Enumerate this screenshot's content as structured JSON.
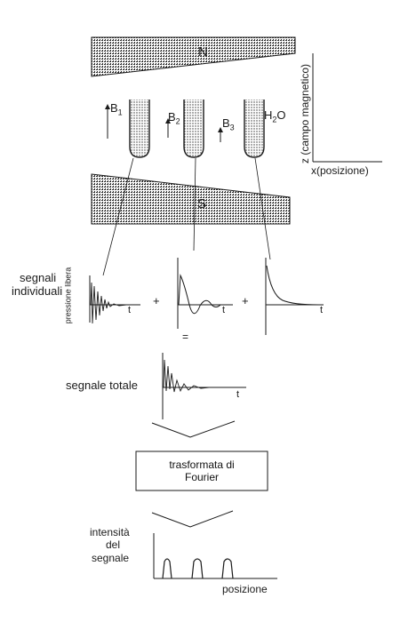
{
  "magnet": {
    "north_label": "N",
    "south_label": "S"
  },
  "axes": {
    "z_label": "z (campo magnetico)",
    "x_label": "x(posizione)"
  },
  "tubes": [
    {
      "label": "B",
      "subscript": "1"
    },
    {
      "label": "B",
      "subscript": "2"
    },
    {
      "label": "B",
      "subscript": "3"
    },
    {
      "label": "H",
      "subscript": "2",
      "suffix": "O"
    }
  ],
  "individual_signals": {
    "label_line1": "segnali",
    "label_line2": "individuali",
    "ylabel": "pressione libera",
    "t_label": "t",
    "plus": "+",
    "equals": "="
  },
  "total_signal": {
    "label": "segnale totale",
    "t_label": "t"
  },
  "fourier_box": {
    "line1": "trasformata di",
    "line2": "Fourier"
  },
  "spectrum": {
    "ylabel_line1": "intensità",
    "ylabel_line2": "del",
    "ylabel_line3": "segnale",
    "xlabel": "posizione"
  },
  "colors": {
    "ink": "#1a1a1a",
    "hatch": "#2b2b2b",
    "paper": "#ffffff"
  }
}
